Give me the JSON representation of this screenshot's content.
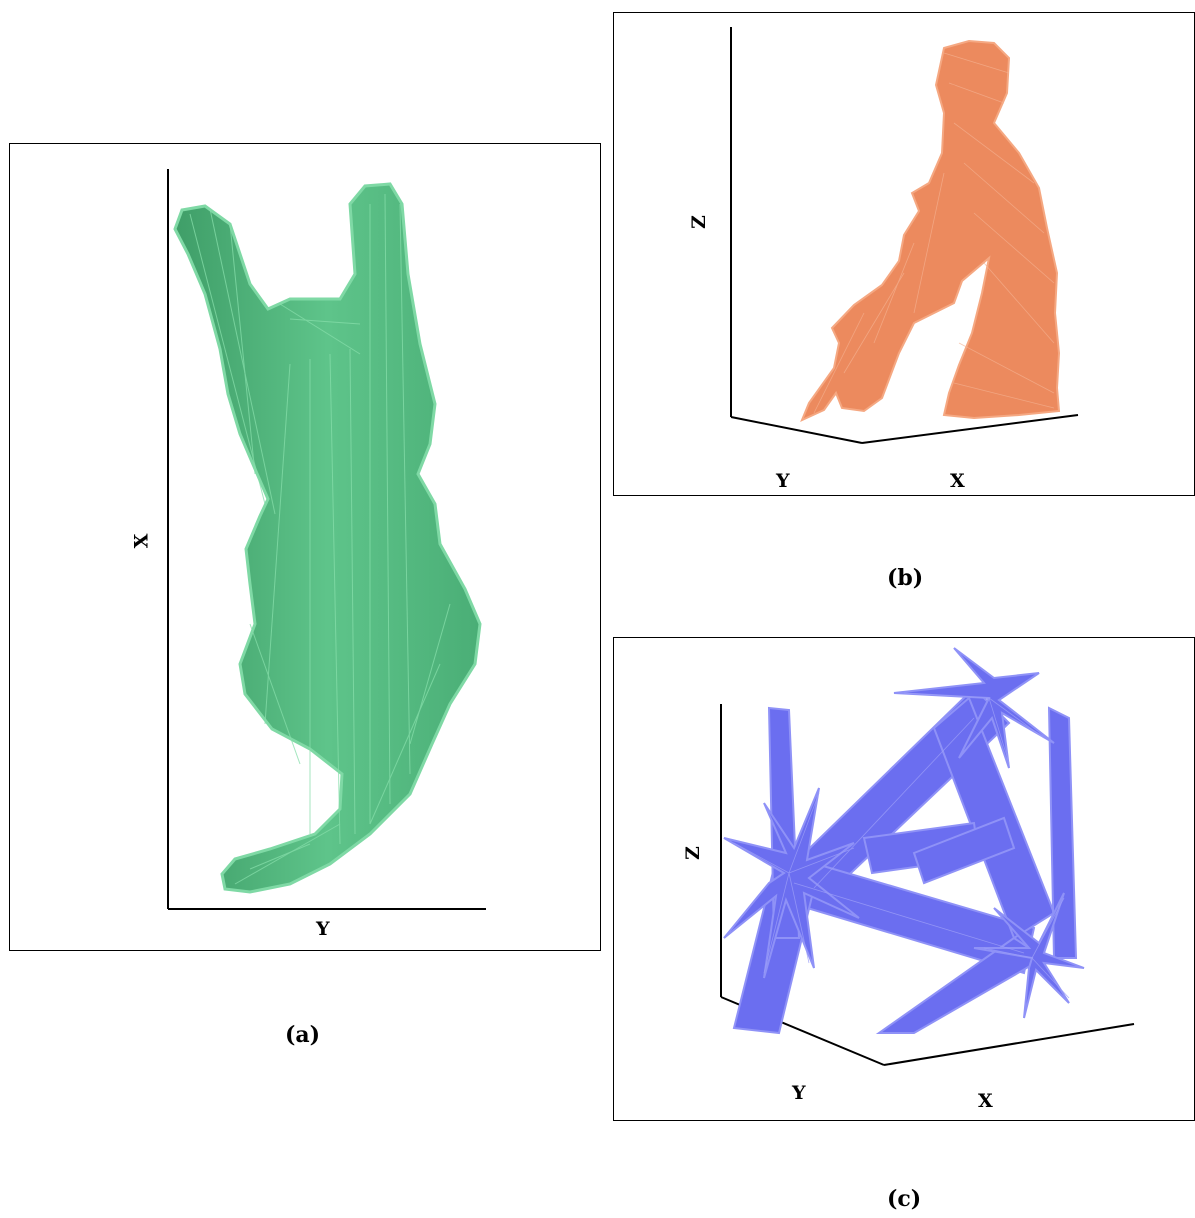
{
  "panels": [
    {
      "caption": "(a)",
      "axes": {
        "horizontal": "Y",
        "vertical": "X"
      },
      "mesh_color": "#5ec48a",
      "mesh_edge_color": "#7fd9a5"
    },
    {
      "caption": "(b)",
      "axes": {
        "left": "Y",
        "right": "X",
        "vertical": "Z"
      },
      "mesh_color": "#ec8a5e",
      "mesh_edge_color": "#f5a882"
    },
    {
      "caption": "(c)",
      "axes": {
        "left": "Y",
        "right": "X",
        "vertical": "Z"
      },
      "mesh_color": "#6b6ef0",
      "mesh_edge_color": "#8f92f7"
    }
  ]
}
